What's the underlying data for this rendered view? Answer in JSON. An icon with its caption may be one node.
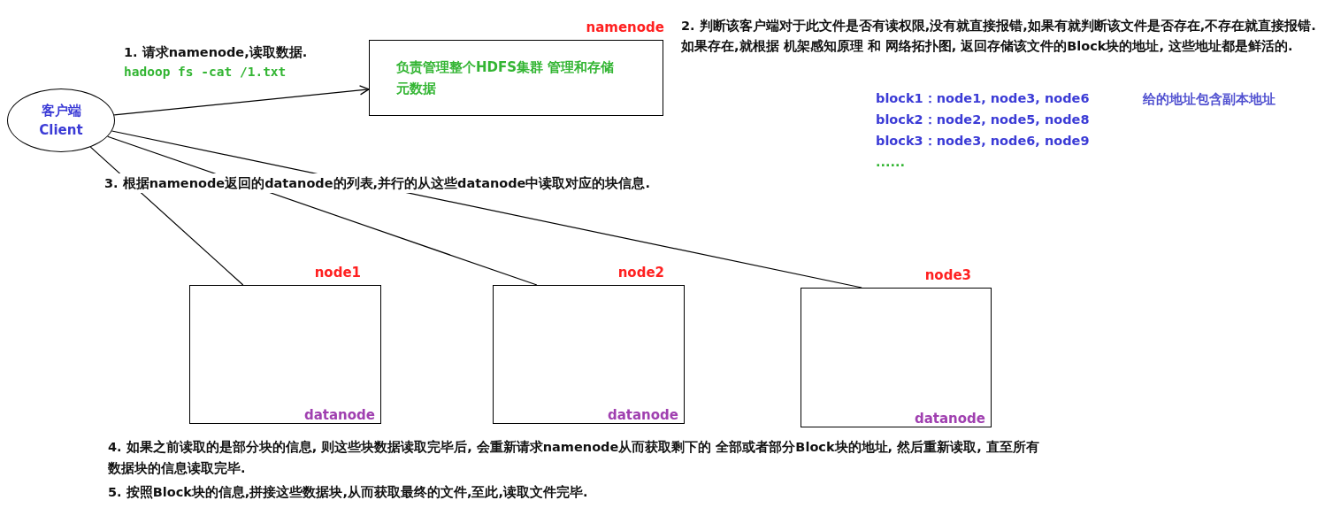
{
  "diagram": {
    "nodes": [
      {
        "text": [
          "客户端",
          "Client"
        ]
      },
      {
        "text": [
          "namenode",
          "负责管理整个HDFS集群 管理和存储元数据"
        ]
      },
      {
        "text": [
          "node1",
          "datanode"
        ]
      },
      {
        "text": [
          "node2",
          "datanode"
        ]
      },
      {
        "text": [
          "node3",
          "datanode"
        ]
      }
    ],
    "edges": [
      {
        "from": 0,
        "to": 1,
        "arrow": "to"
      },
      {
        "from": 0,
        "to": 2,
        "arrow": "none"
      },
      {
        "from": 0,
        "to": 3,
        "arrow": "none"
      },
      {
        "from": 0,
        "to": 4,
        "arrow": "none"
      }
    ],
    "labels": [
      "1. 请求namenode,读取数据.",
      "hadoop fs -cat /1.txt",
      "2. 判断该客户端对于此文件是否有读权限,没有就直接报错,如果有就判断该文件是否存在,不存在就直接报错.如果存在,就根据 机架感知原理 和 网络拓扑图, 返回存储该文件的Block块的地址, 这些地址都是鲜活的.",
      "block1：node1, node3, node6",
      "给的地址包含副本地址",
      "block2：node2, node5, node8",
      "block3：node3, node6, node9",
      "......",
      "3. 根据namenode返回的datanode的列表,并行的从这些datanode中读取对应的块信息.",
      "4. 如果之前读取的是部分块的信息, 则这些块数据读取完毕后, 会重新请求namenode从而获取剩下的 全部或者部分Block块的地址, 然后重新读取, 直至所有数据块的信息读取完毕.",
      "5. 按照Block块的信息,拼接这些数据块,从而获取最终的文件,至此,读取文件完毕."
    ]
  }
}
